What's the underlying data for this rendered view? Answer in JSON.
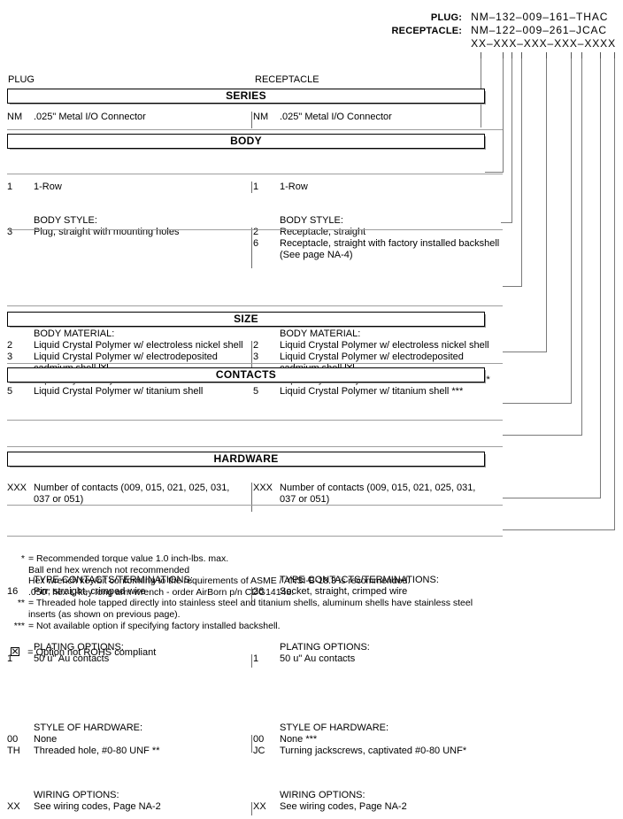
{
  "part_number": {
    "plug_label": "PLUG:",
    "plug_code": "NM–132–009–161–THAC",
    "receptacle_label": "RECEPTACLE:",
    "receptacle_code": "NM–122–009–261–JCAC",
    "mask": "XX–XXX–XXX–XXX–XXXX"
  },
  "columns": {
    "left": "PLUG",
    "right": "RECEPTACLE"
  },
  "sections": [
    {
      "banner": "SERIES",
      "groups": [
        {
          "left": {
            "header": "",
            "rows": [
              {
                "code": "NM",
                "text": ".025\" Metal I/O Connector"
              }
            ]
          },
          "right": {
            "header": "",
            "rows": [
              {
                "code": "NM",
                "text": ".025\" Metal I/O Connector"
              }
            ]
          }
        }
      ]
    },
    {
      "banner": "BODY",
      "groups": [
        {
          "left": {
            "header": "",
            "rows": [
              {
                "code": "1",
                "text": "1-Row"
              }
            ]
          },
          "right": {
            "header": "",
            "rows": [
              {
                "code": "1",
                "text": "1-Row"
              }
            ]
          }
        },
        {
          "left": {
            "header": "BODY STYLE:",
            "rows": [
              {
                "code": "3",
                "text": "Plug, straight with mounting holes"
              }
            ]
          },
          "right": {
            "header": "BODY STYLE:",
            "rows": [
              {
                "code": "2",
                "text": "Receptacle, straight"
              },
              {
                "code": "6",
                "text": "Receptacle, straight with factory installed backshell",
                "cont": "(See page NA-4)"
              }
            ]
          }
        },
        {
          "left": {
            "header": "BODY MATERIAL:",
            "rows": [
              {
                "code": "2",
                "text": "Liquid Crystal Polymer w/ electroless nickel shell"
              },
              {
                "code": "3",
                "text": "Liquid Crystal Polymer w/ electrodeposited",
                "cont": "cadmium shell",
                "cont_xbox": true
              },
              {
                "code": "4",
                "text": "Liquid Crystal Polymer w/ stainless steel shell"
              },
              {
                "code": "5",
                "text": "Liquid Crystal Polymer w/ titanium shell"
              }
            ]
          },
          "right": {
            "header": "BODY MATERIAL:",
            "rows": [
              {
                "code": "2",
                "text": "Liquid Crystal Polymer w/ electroless nickel shell"
              },
              {
                "code": "3",
                "text": "Liquid Crystal Polymer w/ electrodeposited",
                "cont": "cadmium shell",
                "cont_xbox": true
              },
              {
                "code": "4",
                "text": "Liquid Crystal Polymer w/ stainless steel shell ***"
              },
              {
                "code": "5",
                "text": "Liquid Crystal Polymer w/ titanium shell ***"
              }
            ]
          }
        }
      ]
    },
    {
      "banner": "SIZE",
      "groups": [
        {
          "left": {
            "header": "",
            "rows": [
              {
                "code": "XXX",
                "text": "Number of contacts (009, 015, 021, 025, 031,",
                "cont": "037 or 051)"
              }
            ]
          },
          "right": {
            "header": "",
            "rows": [
              {
                "code": "XXX",
                "text": "Number of contacts (009, 015, 021, 025, 031,",
                "cont": "037 or 051)"
              }
            ]
          }
        }
      ]
    },
    {
      "banner": "CONTACTS",
      "groups": [
        {
          "left": {
            "header": "TYPE CONTACTS/TERMINATIONS:",
            "rows": [
              {
                "code": "16",
                "text": "Pin, straight, crimped wire"
              }
            ]
          },
          "right": {
            "header": "TYPE CONTACTS/TERMINATIONS:",
            "rows": [
              {
                "code": "26",
                "text": "Socket, straight, crimped wire"
              }
            ]
          }
        },
        {
          "left": {
            "header": "PLATING OPTIONS:",
            "rows": [
              {
                "code": "1",
                "text": "50 u\" Au contacts"
              }
            ]
          },
          "right": {
            "header": "PLATING OPTIONS:",
            "rows": [
              {
                "code": "1",
                "text": "50 u\" Au contacts"
              }
            ]
          }
        }
      ]
    },
    {
      "banner": "HARDWARE",
      "groups": [
        {
          "left": {
            "header": "STYLE OF HARDWARE:",
            "rows": [
              {
                "code": "00",
                "text": "None"
              },
              {
                "code": "TH",
                "text": "Threaded hole, #0-80 UNF  **"
              }
            ]
          },
          "right": {
            "header": "STYLE OF HARDWARE:",
            "rows": [
              {
                "code": "00",
                "text": "None  ***"
              },
              {
                "code": "JC",
                "text": "Turning jackscrews, captivated #0-80 UNF*"
              }
            ]
          }
        },
        {
          "left": {
            "header": "WIRING OPTIONS:",
            "rows": [
              {
                "code": "XX",
                "text": "See wiring codes, Page NA-2"
              }
            ]
          },
          "right": {
            "header": "WIRING OPTIONS:",
            "rows": [
              {
                "code": "XX",
                "text": "See wiring codes, Page NA-2"
              }
            ]
          }
        }
      ]
    }
  ],
  "footnotes": [
    {
      "marker": "*",
      "lines": [
        "= Recommended torque value 1.0 inch-lbs. max.",
        "Ball end hex wrench not recommended",
        "Hex wrench key/bit conforming to the requirements of ASME / ANSI-B-18.3 is recommended.",
        ".050\" hex L-key long arm wrench - order AirBorn p/n CDG14148."
      ]
    },
    {
      "marker": "**",
      "lines": [
        "= Threaded hole tapped directly into stainless steel and titanium shells, aluminum shells have stainless steel",
        "inserts (as shown on previous page)."
      ]
    },
    {
      "marker": "***",
      "lines": [
        "= Not available option if specifying factory installed backshell."
      ]
    }
  ],
  "rohs_note": "= Option not ROHS compliant"
}
